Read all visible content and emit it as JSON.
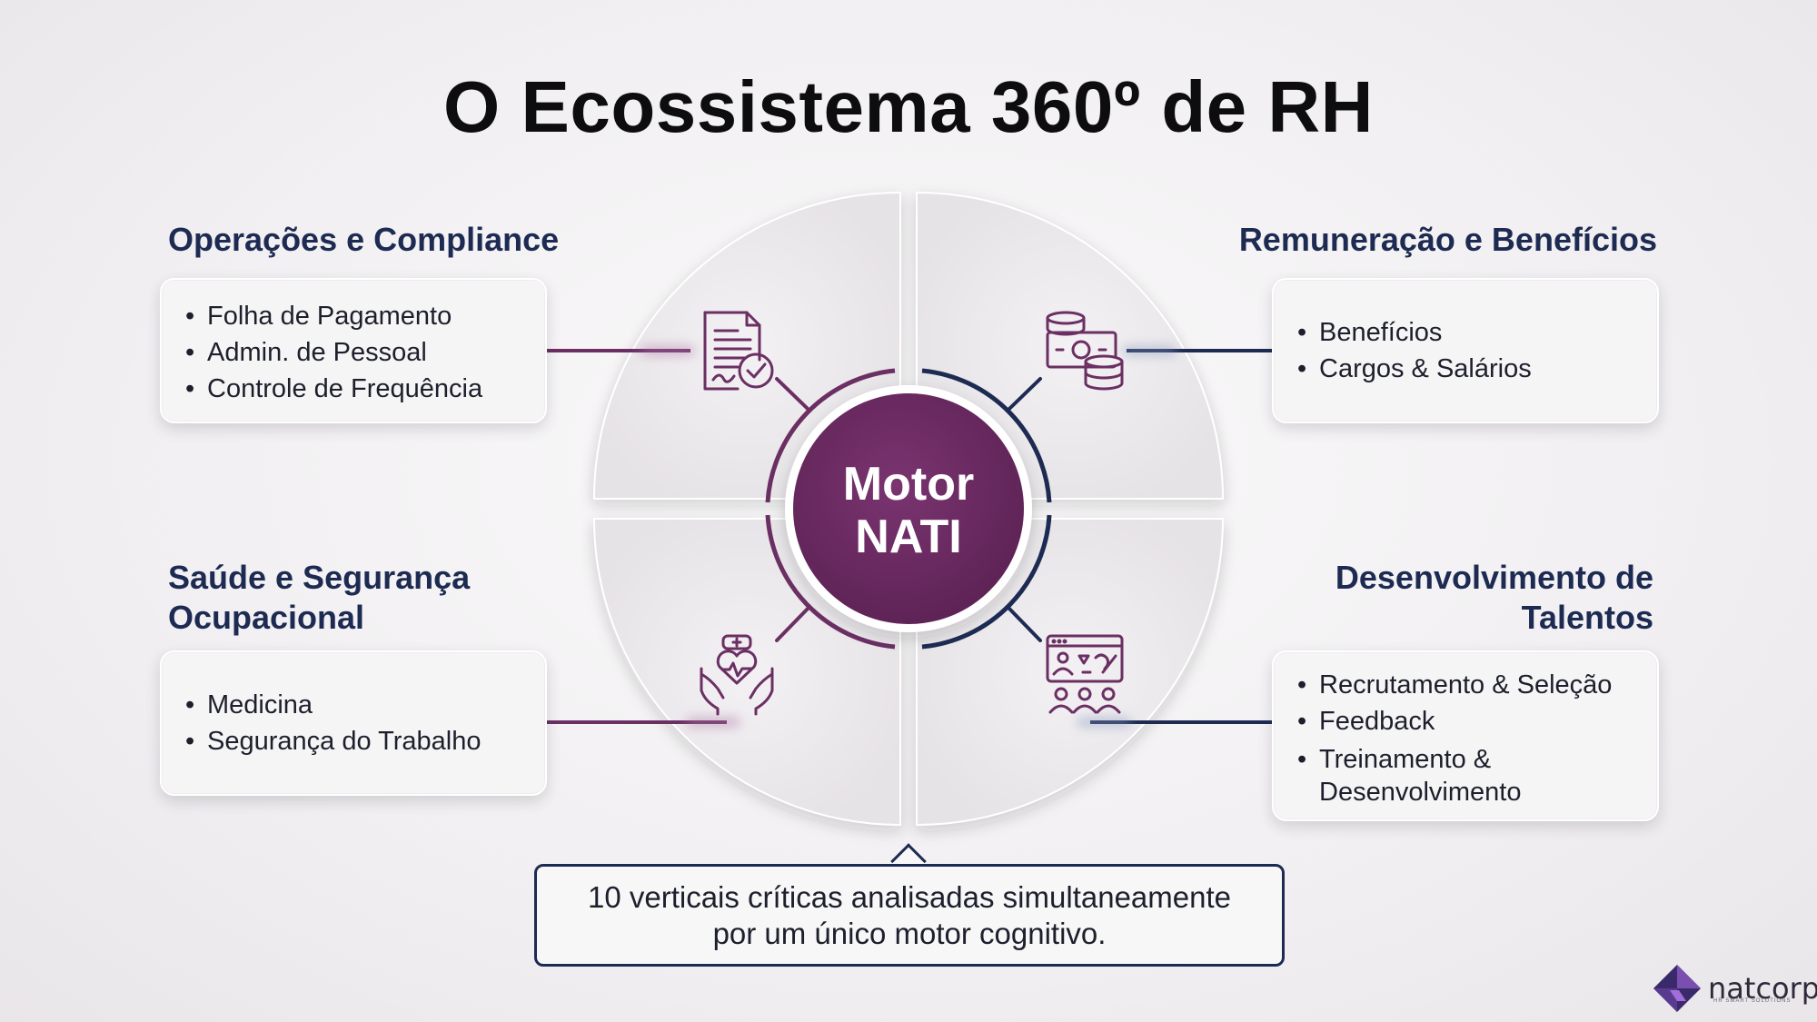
{
  "title": "O Ecossistema 360º de RH",
  "center": {
    "line1": "Motor",
    "line2": "NATI"
  },
  "quadrants": [
    {
      "id": "operacoes",
      "title_lines": [
        "Operações e Compliance"
      ],
      "items": [
        "Folha de Pagamento",
        "Admin. de Pessoal",
        "Controle de Frequência"
      ],
      "icon": "document-check-icon",
      "connector_color": "#6b2f63"
    },
    {
      "id": "remuneracao",
      "title_lines": [
        "Remuneração e Benefícios"
      ],
      "items": [
        "Benefícios",
        "Cargos & Salários"
      ],
      "icon": "money-coins-icon",
      "connector_color": "#1d2b53"
    },
    {
      "id": "saude",
      "title_lines": [
        "Saúde e Segurança",
        "Ocupacional"
      ],
      "items": [
        "Medicina",
        "Segurança do Trabalho"
      ],
      "icon": "heart-hands-icon",
      "connector_color": "#6b2f63"
    },
    {
      "id": "desenvolvimento",
      "title_lines": [
        "Desenvolvimento de",
        "Talentos"
      ],
      "items": [
        "Recrutamento & Seleção",
        "Feedback",
        "Treinamento &\nDesenvolvimento"
      ],
      "icon": "training-presentation-icon",
      "connector_color": "#1d2b53"
    }
  ],
  "footer": {
    "line1": "10 verticais críticas analisadas simultaneamente",
    "line2": "por um único motor cognitivo."
  },
  "logo": {
    "name": "natcorp",
    "tagline": "HR SMART SOLUTIONS"
  },
  "colors": {
    "primary_purple": "#6b2f63",
    "navy": "#1d2b53",
    "title": "#0d0d0f"
  }
}
